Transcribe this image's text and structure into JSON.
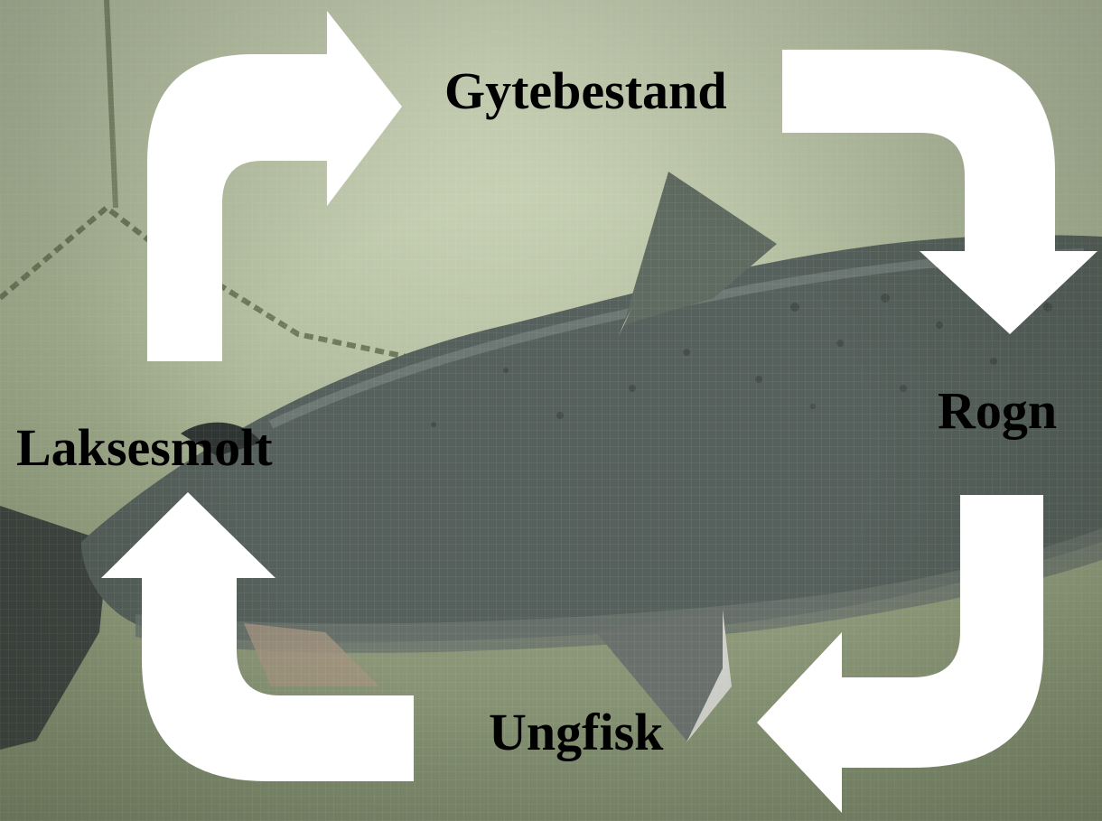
{
  "diagram": {
    "stages": [
      {
        "id": "gytebestand",
        "label": "Gytebestand"
      },
      {
        "id": "rogn",
        "label": "Rogn"
      },
      {
        "id": "ungfisk",
        "label": "Ungfisk"
      },
      {
        "id": "laksesmolt",
        "label": "Laksesmolt"
      }
    ],
    "arrow_color": "#ffffff",
    "label_color": "#000000"
  }
}
